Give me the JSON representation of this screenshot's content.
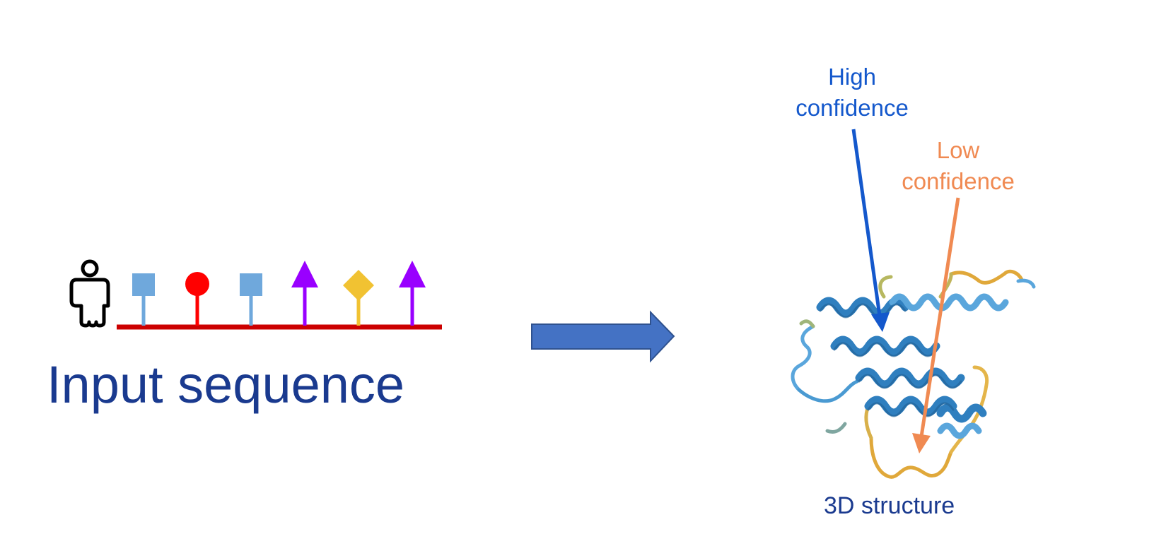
{
  "input": {
    "title": "Input sequence",
    "person_icon": "person-icon",
    "backbone_color": "#cc0000",
    "residues": [
      {
        "shape": "square",
        "color": "#6fa8dc"
      },
      {
        "shape": "circle",
        "color": "#ff0000"
      },
      {
        "shape": "square",
        "color": "#6fa8dc"
      },
      {
        "shape": "triangle",
        "color": "#9900ff"
      },
      {
        "shape": "diamond",
        "color": "#f1c232"
      },
      {
        "shape": "triangle",
        "color": "#9900ff"
      }
    ]
  },
  "arrow": {
    "icon": "right-arrow",
    "color": "#4472c4"
  },
  "output": {
    "caption": "3D structure",
    "high_confidence": {
      "line1": "High",
      "line2": "confidence",
      "color": "#1458cc"
    },
    "low_confidence": {
      "line1": "Low",
      "line2": "confidence",
      "color": "#f08a52"
    },
    "colors": {
      "helix": "#2f7fbf",
      "helix_light": "#5aa6dc",
      "loop_mid": "#7fa6a0",
      "loop_low": "#e0a83a"
    }
  }
}
